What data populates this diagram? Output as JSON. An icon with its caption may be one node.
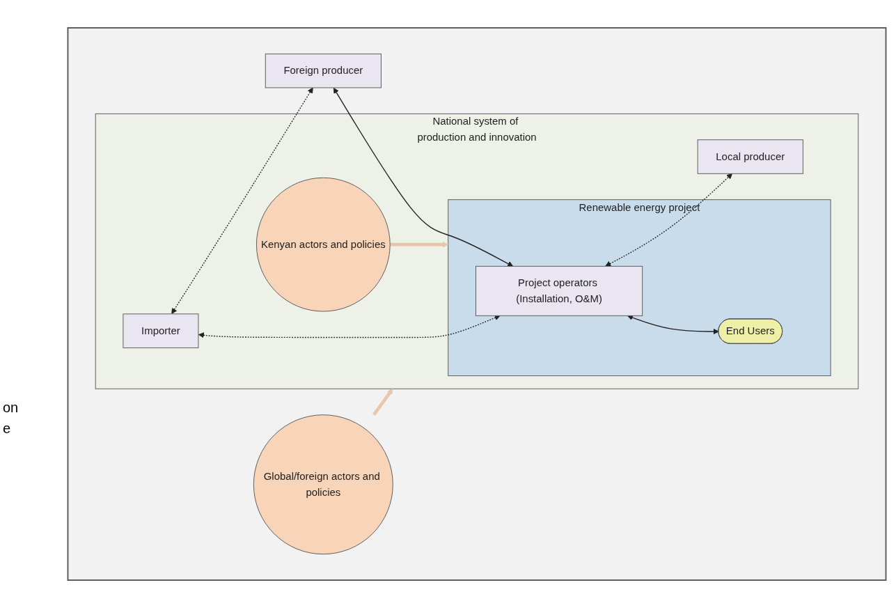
{
  "diagram": {
    "nodes": [
      {
        "text": [],
        "shape": "box"
      },
      {
        "text": [
          "Foreign producer"
        ],
        "in": 0
      },
      {
        "text": [
          "Global/foreign actors and policies"
        ],
        "in": 0
      },
      {
        "text": [
          "National system of production and innovation"
        ],
        "in": 0
      },
      {
        "text": [
          "Importer"
        ],
        "in": 3
      },
      {
        "text": [
          "Kenyan actors and policies"
        ],
        "in": 3
      },
      {
        "text": [
          "Renewable energy project"
        ],
        "in": 3
      },
      {
        "text": [
          "Project operators (Installation, O&M)"
        ],
        "in": 6
      },
      {
        "text": [
          "Local producer"
        ],
        "in": 3
      },
      {
        "text": [
          "End Users"
        ],
        "in": 6
      }
    ],
    "edges": [
      {
        "from": 4,
        "to": 1,
        "arrow": "both",
        "style": "dashed"
      },
      {
        "from": 1,
        "to": 7,
        "arrow": "both"
      },
      {
        "from": 4,
        "to": 7,
        "arrow": "both",
        "style": "dashed"
      },
      {
        "from": 7,
        "to": 8,
        "arrow": "both",
        "style": "dashed"
      },
      {
        "from": 7,
        "to": 9,
        "arrow": "both"
      },
      {
        "from": 2,
        "to": 3,
        "arrow": "to",
        "style": "thick",
        "color": "#e8c6ab"
      },
      {
        "from": 5,
        "to": 6,
        "arrow": "to",
        "style": "thick",
        "color": "#e8c6ab"
      }
    ],
    "labels": [
      "on",
      "e"
    ]
  }
}
